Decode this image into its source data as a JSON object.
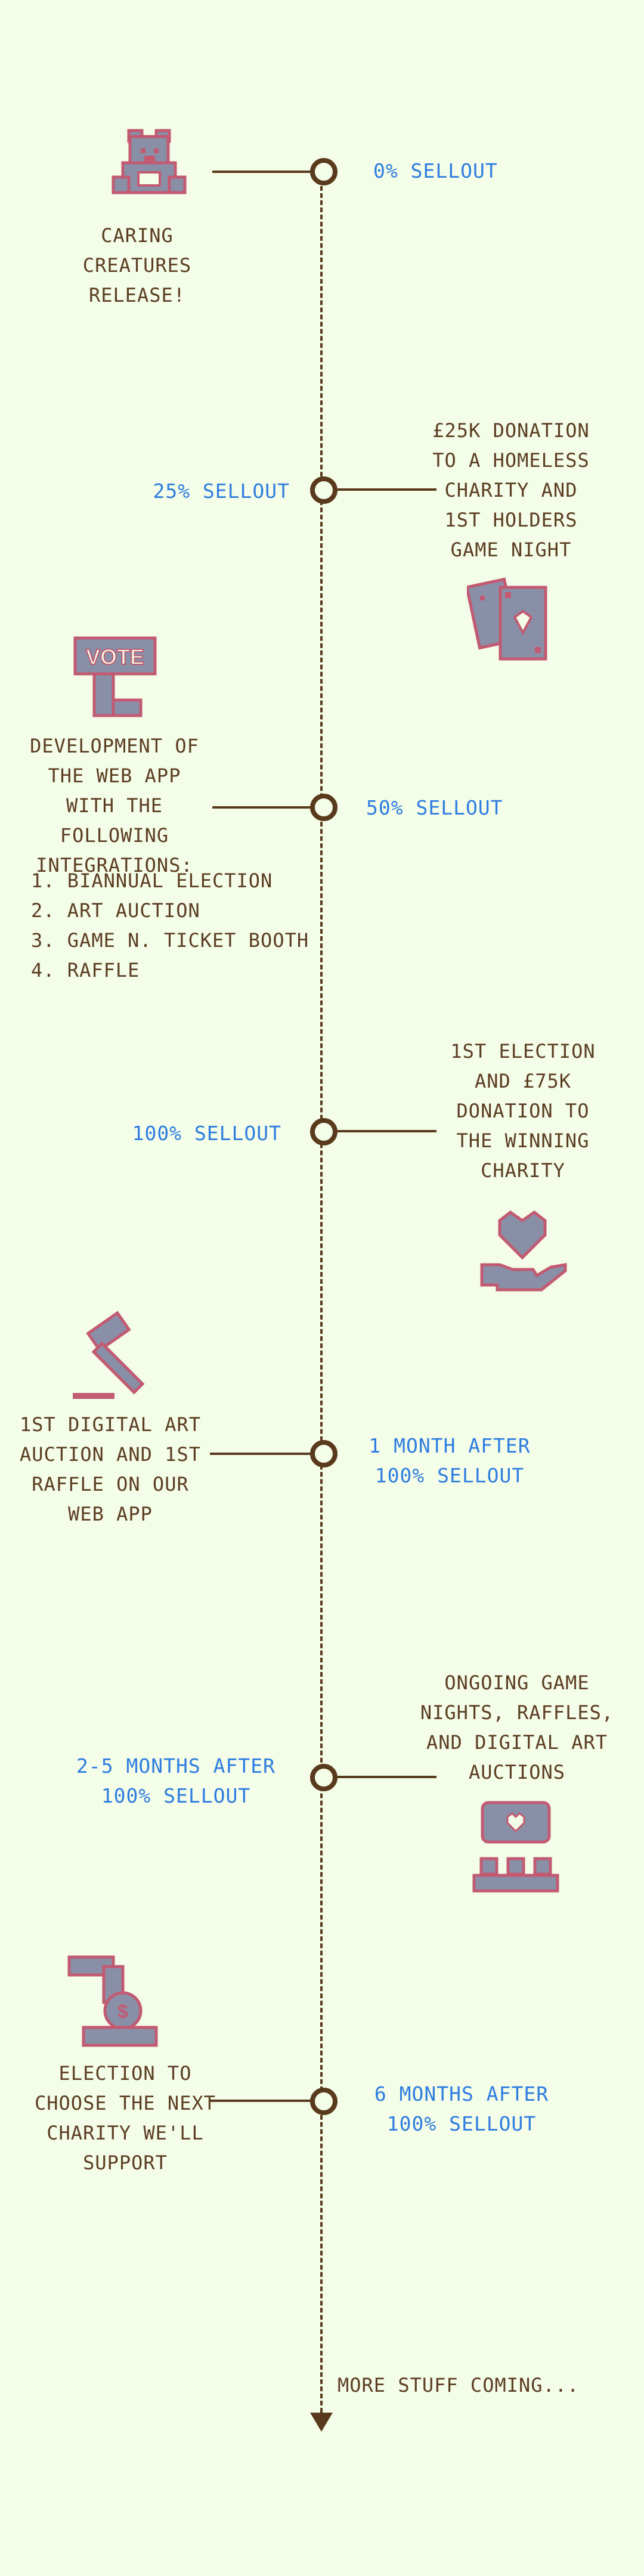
{
  "milestones": [
    {
      "trigger": "0% sellout",
      "text": "Caring creatures release!",
      "icon": "bear-icon"
    },
    {
      "trigger": "25% sellout",
      "text": "£25K donation to a homeless charity and 1st holders game night",
      "icon": "playing-cards-icon"
    },
    {
      "trigger": "50% sellout",
      "text": "Development of the web app with the following integrations:",
      "icon": "vote-icon",
      "list": [
        "1. Biannual election",
        "2. Art auction",
        "3. Game n. ticket booth",
        "4. Raffle"
      ]
    },
    {
      "trigger": "100% sellout",
      "text": "1st election and £75K donation to the winning charity",
      "icon": "heart-hand-icon"
    },
    {
      "trigger": "1 month after 100% sellout",
      "text": "1st digital art auction and 1st raffle on our web app",
      "icon": "gavel-icon"
    },
    {
      "trigger": "2-5 months after 100% sellout",
      "text": "Ongoing game nights, raffles, and digital art auctions",
      "icon": "community-icon"
    },
    {
      "trigger": "6 months after 100% sellout",
      "text": "Election to choose the next charity we'll support",
      "icon": "ballot-coin-icon"
    }
  ],
  "footer": {
    "text": "More stuff coming..."
  },
  "colors": {
    "background": "#f3fde8",
    "line": "#5a3a1c",
    "trigger": "#2f7de0",
    "text": "#5c3d22",
    "icon_fill": "#8a8fa8",
    "icon_outline": "#c25a72"
  }
}
